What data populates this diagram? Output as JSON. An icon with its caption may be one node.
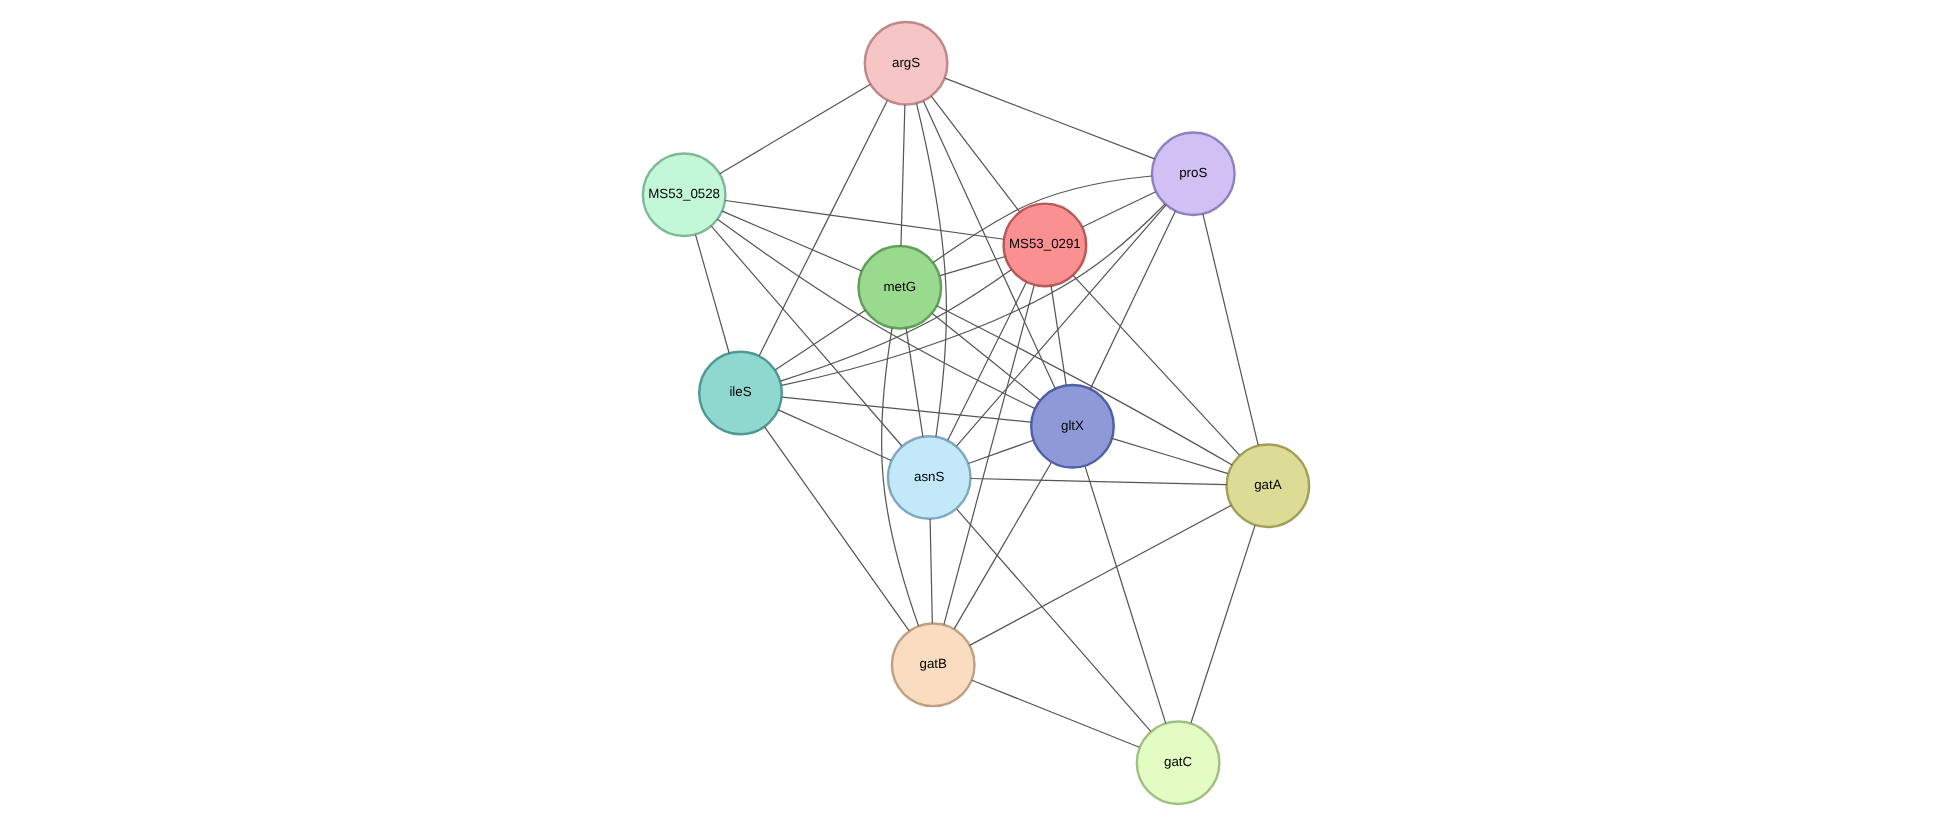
{
  "diagram": {
    "nodes": [
      {
        "text": [
          "MS53_0528"
        ]
      },
      {
        "text": [
          "argS"
        ]
      },
      {
        "text": [
          "ileS"
        ]
      },
      {
        "text": [
          "MS53_0291"
        ]
      },
      {
        "text": [
          "asnS"
        ]
      },
      {
        "text": [
          "proS"
        ]
      },
      {
        "text": [
          "metG"
        ]
      },
      {
        "text": [
          "gltX"
        ]
      },
      {
        "text": [
          "gatC"
        ]
      },
      {
        "text": [
          "gatA"
        ]
      },
      {
        "text": [
          "gatB"
        ]
      }
    ],
    "edges": [
      {
        "from": 0,
        "to": 1,
        "arrow": "none"
      },
      {
        "from": 0,
        "to": 2,
        "arrow": "none"
      },
      {
        "from": 0,
        "to": 3,
        "arrow": "none"
      },
      {
        "from": 0,
        "to": 4,
        "arrow": "none"
      },
      {
        "from": 0,
        "to": 6,
        "arrow": "none"
      },
      {
        "from": 0,
        "to": 7,
        "arrow": "none"
      },
      {
        "from": 1,
        "to": 2,
        "arrow": "none"
      },
      {
        "from": 1,
        "to": 3,
        "arrow": "none"
      },
      {
        "from": 1,
        "to": 4,
        "arrow": "none"
      },
      {
        "from": 1,
        "to": 5,
        "arrow": "none"
      },
      {
        "from": 1,
        "to": 6,
        "arrow": "none"
      },
      {
        "from": 1,
        "to": 7,
        "arrow": "none"
      },
      {
        "from": 2,
        "to": 3,
        "arrow": "none"
      },
      {
        "from": 2,
        "to": 4,
        "arrow": "none"
      },
      {
        "from": 2,
        "to": 5,
        "arrow": "none"
      },
      {
        "from": 2,
        "to": 6,
        "arrow": "none"
      },
      {
        "from": 2,
        "to": 7,
        "arrow": "none"
      },
      {
        "from": 2,
        "to": 10,
        "arrow": "none"
      },
      {
        "from": 3,
        "to": 4,
        "arrow": "none"
      },
      {
        "from": 3,
        "to": 5,
        "arrow": "none"
      },
      {
        "from": 3,
        "to": 6,
        "arrow": "none"
      },
      {
        "from": 3,
        "to": 7,
        "arrow": "none"
      },
      {
        "from": 3,
        "to": 9,
        "arrow": "none"
      },
      {
        "from": 3,
        "to": 10,
        "arrow": "none"
      },
      {
        "from": 4,
        "to": 5,
        "arrow": "none"
      },
      {
        "from": 4,
        "to": 6,
        "arrow": "none"
      },
      {
        "from": 4,
        "to": 7,
        "arrow": "none"
      },
      {
        "from": 4,
        "to": 8,
        "arrow": "none"
      },
      {
        "from": 4,
        "to": 9,
        "arrow": "none"
      },
      {
        "from": 4,
        "to": 10,
        "arrow": "none"
      },
      {
        "from": 5,
        "to": 6,
        "arrow": "none"
      },
      {
        "from": 5,
        "to": 7,
        "arrow": "none"
      },
      {
        "from": 5,
        "to": 9,
        "arrow": "none"
      },
      {
        "from": 6,
        "to": 7,
        "arrow": "none"
      },
      {
        "from": 6,
        "to": 9,
        "arrow": "none"
      },
      {
        "from": 6,
        "to": 10,
        "arrow": "none"
      },
      {
        "from": 7,
        "to": 8,
        "arrow": "none"
      },
      {
        "from": 7,
        "to": 9,
        "arrow": "none"
      },
      {
        "from": 7,
        "to": 10,
        "arrow": "none"
      },
      {
        "from": 8,
        "to": 9,
        "arrow": "none"
      },
      {
        "from": 8,
        "to": 10,
        "arrow": "none"
      },
      {
        "from": 9,
        "to": 10,
        "arrow": "none"
      }
    ]
  }
}
